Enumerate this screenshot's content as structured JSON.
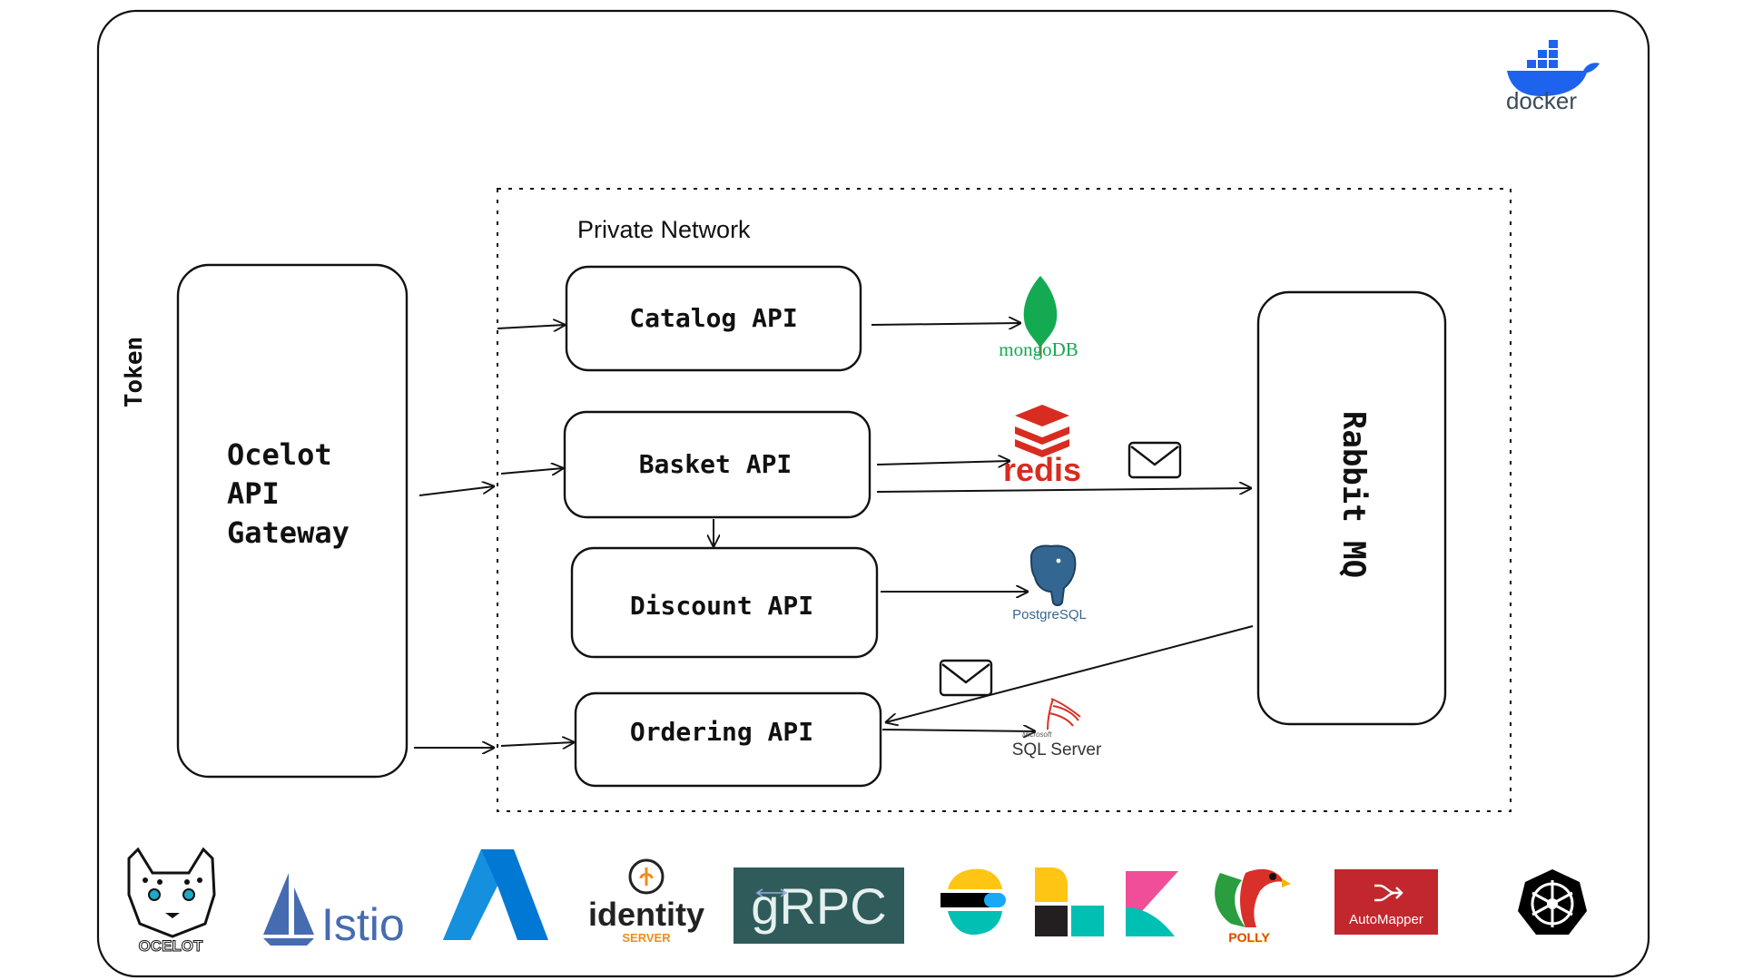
{
  "diagram": {
    "token_label": "Token",
    "private_network_label": "Private Network",
    "gateway": {
      "lines": [
        "Ocelot",
        "API",
        "Gateway"
      ]
    },
    "services": {
      "catalog": "Catalog API",
      "basket": "Basket API",
      "discount": "Discount API",
      "ordering": "Ordering API"
    },
    "message_broker": "Rabbit MQ",
    "datastores": {
      "mongodb": "mongoDB",
      "redis": "redis",
      "postgresql": "PostgreSQL",
      "sqlserver_small": "Microsoft",
      "sqlserver": "SQL Server"
    },
    "docker_label": "docker",
    "footer_logos": {
      "ocelot": "OCELOT",
      "istio": "Istio",
      "identity": "identity",
      "identity_sub": "SERVER",
      "grpc": "gRPC",
      "polly": "POLLY",
      "automapper": "AutoMapper"
    }
  },
  "colors": {
    "mongodb_green": "#13aa52",
    "redis_red": "#d82c20",
    "postgres_blue": "#336791",
    "docker_blue": "#1d63ed",
    "istio_blue": "#466bb0",
    "azure_blue": "#0078d4",
    "grpc_bg": "#2f5c5a",
    "automapper_red": "#c1272d",
    "identity_orange": "#f28c1b"
  }
}
